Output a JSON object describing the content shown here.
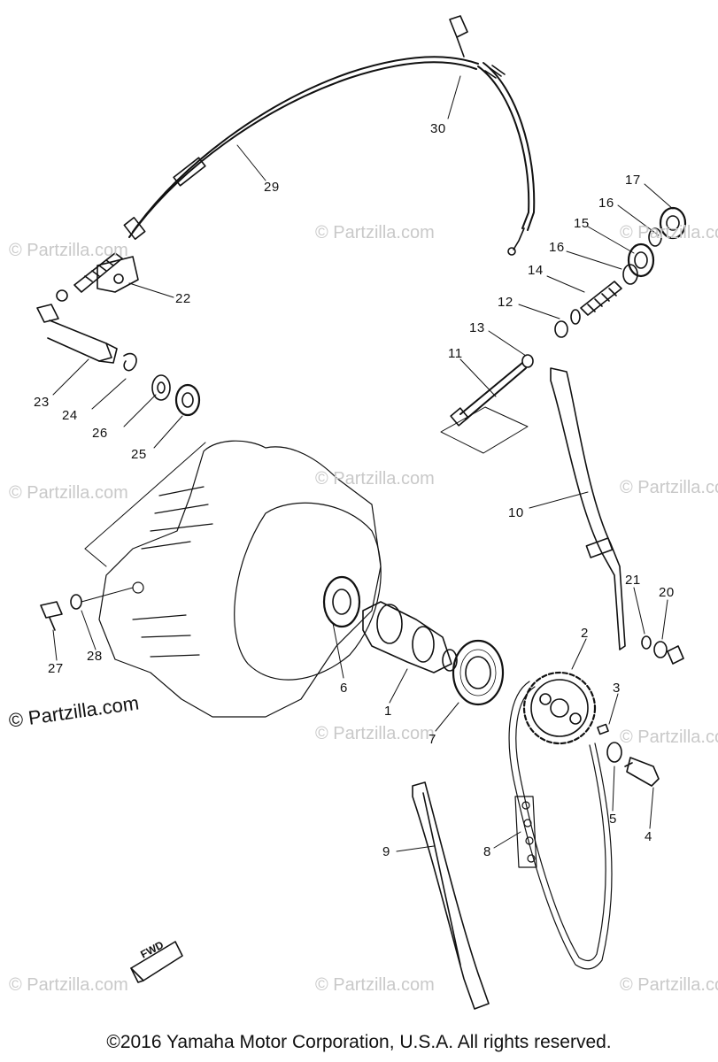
{
  "watermark": {
    "text": "© Partzilla.com",
    "feature_text": "© Partzilla.com"
  },
  "copyright": "©2016 Yamaha Motor Corporation, U.S.A. All rights reserved.",
  "fwd_marker": "FWD",
  "callouts": [
    {
      "id": "30",
      "text": "30"
    },
    {
      "id": "29",
      "text": "29"
    },
    {
      "id": "22",
      "text": "22"
    },
    {
      "id": "23",
      "text": "23"
    },
    {
      "id": "24",
      "text": "24"
    },
    {
      "id": "26",
      "text": "26"
    },
    {
      "id": "25",
      "text": "25"
    },
    {
      "id": "17",
      "text": "17"
    },
    {
      "id": "16a",
      "text": "16"
    },
    {
      "id": "15",
      "text": "15"
    },
    {
      "id": "16b",
      "text": "16"
    },
    {
      "id": "14",
      "text": "14"
    },
    {
      "id": "12",
      "text": "12"
    },
    {
      "id": "13",
      "text": "13"
    },
    {
      "id": "11",
      "text": "11"
    },
    {
      "id": "10",
      "text": "10"
    },
    {
      "id": "21",
      "text": "21"
    },
    {
      "id": "20",
      "text": "20"
    },
    {
      "id": "2",
      "text": "2"
    },
    {
      "id": "3",
      "text": "3"
    },
    {
      "id": "6",
      "text": "6"
    },
    {
      "id": "1",
      "text": "1"
    },
    {
      "id": "7",
      "text": "7"
    },
    {
      "id": "27",
      "text": "27"
    },
    {
      "id": "28",
      "text": "28"
    },
    {
      "id": "5",
      "text": "5"
    },
    {
      "id": "4",
      "text": "4"
    },
    {
      "id": "9",
      "text": "9"
    },
    {
      "id": "8",
      "text": "8"
    }
  ]
}
